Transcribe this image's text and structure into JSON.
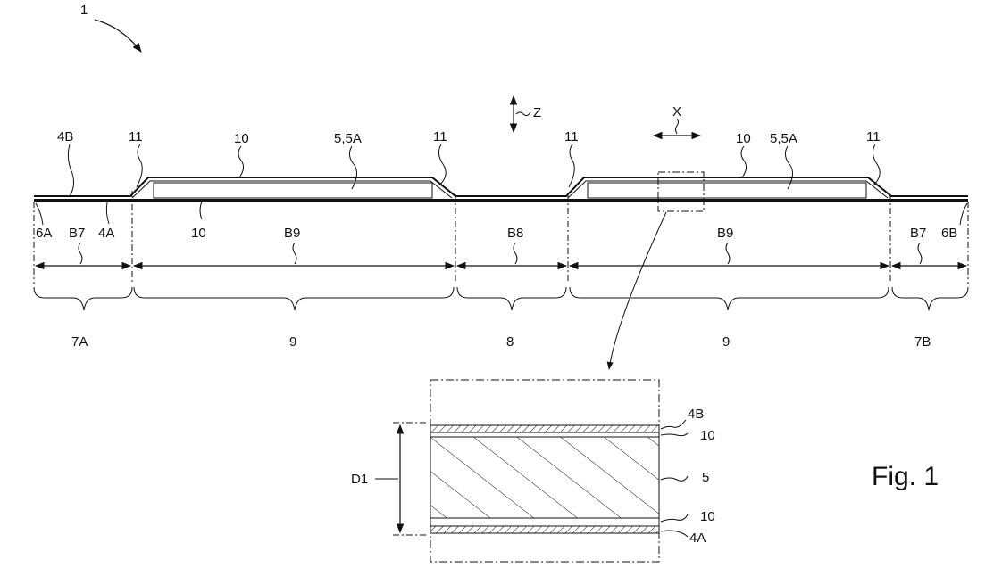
{
  "figure_label": "Fig. 1",
  "reference": "1",
  "axes": {
    "z": "Z",
    "x": "X"
  },
  "main_labels": {
    "top_layer": "4B",
    "bottom_layer": "4A",
    "edge_left": "6A",
    "edge_right": "6B",
    "fold_1": "11",
    "fold_2": "11",
    "fold_3": "11",
    "fold_4": "11",
    "adhesive_1": "10",
    "adhesive_2": "10",
    "adhesive_3": "10",
    "core_1": "5,5A",
    "core_2": "5,5A"
  },
  "width_labels": [
    "B7",
    "B9",
    "B8",
    "B9",
    "B7"
  ],
  "region_labels": [
    "7A",
    "9",
    "8",
    "9",
    "7B"
  ],
  "detail_labels": {
    "top_layer": "4B",
    "adhesive_top": "10",
    "core": "5",
    "adhesive_bottom": "10",
    "bottom_layer": "4A",
    "thickness": "D1"
  },
  "colors": {
    "line": "#111111",
    "background": "#ffffff"
  }
}
